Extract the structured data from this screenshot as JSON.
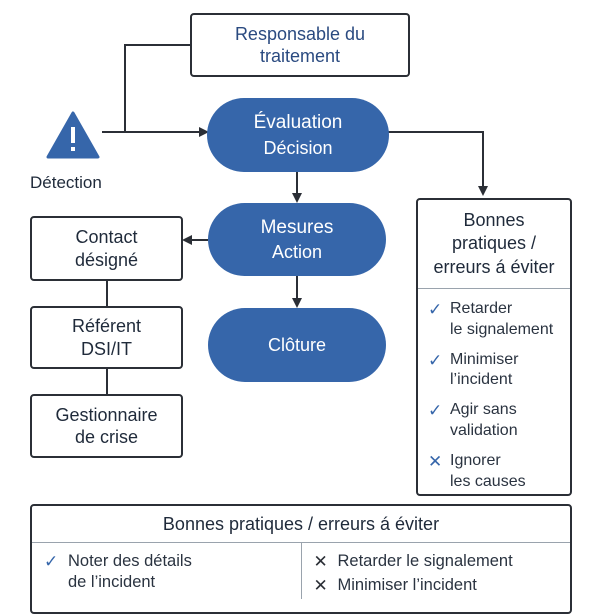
{
  "nodes": {
    "responsable": {
      "line1": "Responsable du",
      "line2": "traitement"
    },
    "evaluation": {
      "line1": "Évaluation",
      "line2": "Décision"
    },
    "mesures": {
      "line1": "Mesures",
      "line2": "Action"
    },
    "cloture": {
      "line1": "Clôture"
    },
    "detection": {
      "label": "Détection"
    },
    "contact": {
      "line1": "Contact",
      "line2": "désigné"
    },
    "referent": {
      "line1": "Référent",
      "line2": "DSI/IT"
    },
    "gestionnaire": {
      "line1": "Gestionnaire",
      "line2": "de crise"
    }
  },
  "side_panel": {
    "title_line1": "Bonnes",
    "title_line2": "pratiques /",
    "title_line3": "erreurs á éviter",
    "items": [
      {
        "icon": "check-icon",
        "line1": "Retarder",
        "line2": "le signalement"
      },
      {
        "icon": "check-icon",
        "line1": "Minimiser",
        "line2": "l’incident"
      },
      {
        "icon": "check-icon",
        "line1": "Agir sans",
        "line2": "validation"
      },
      {
        "icon": "cross-icon",
        "line1": "Ignorer",
        "line2": "les causes"
      }
    ]
  },
  "bottom_panel": {
    "title": "Bonnes pratiques / erreurs á éviter",
    "good": [
      {
        "icon": "check-icon",
        "line1": "Noter des détails",
        "line2": "de l’incident"
      }
    ],
    "bad": [
      {
        "icon": "cross-icon",
        "text": "Retarder le signalement"
      },
      {
        "icon": "cross-icon",
        "text": "Minimiser l’incident"
      }
    ]
  },
  "colors": {
    "accent": "#3666aa",
    "stroke": "#2b2f36",
    "warning": "#3666aa"
  }
}
